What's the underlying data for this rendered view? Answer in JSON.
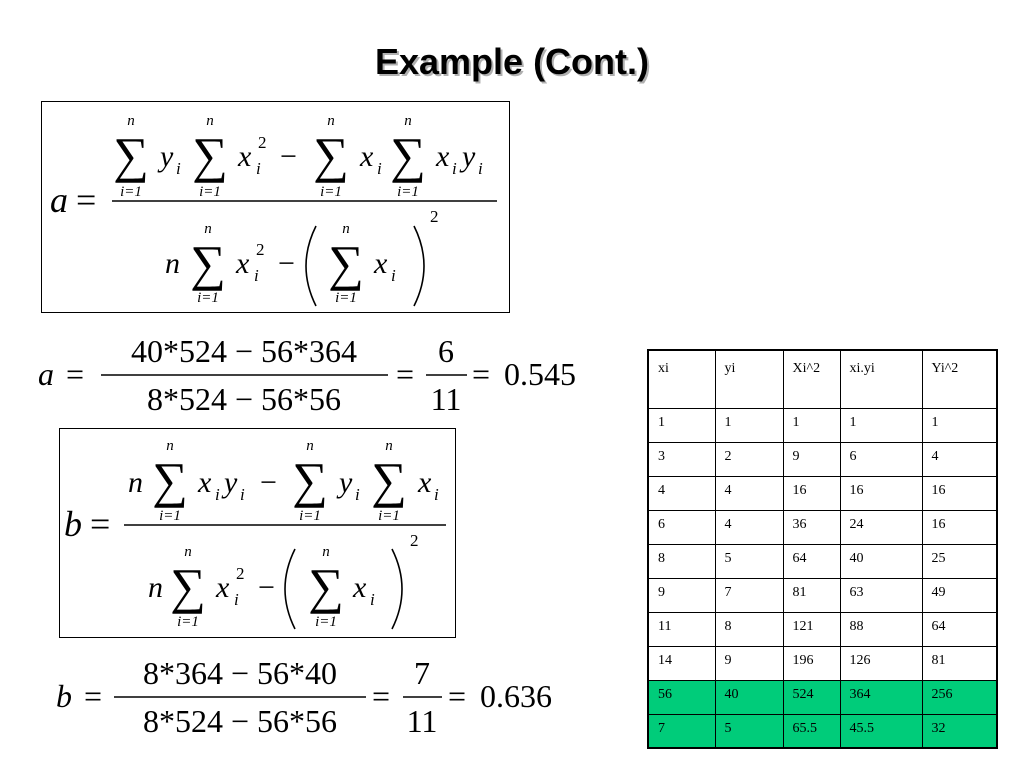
{
  "title": "Example (Cont.)",
  "formula_a": {
    "lhs": "a",
    "eq": "=",
    "upper": "n",
    "lower": "i=1",
    "num": [
      "y",
      "i",
      "x",
      "i",
      "2",
      "−",
      "x",
      "i",
      "x",
      "i",
      "y",
      "i"
    ],
    "den": [
      "n",
      "x",
      "i",
      "2",
      "−",
      "x",
      "i",
      "2"
    ]
  },
  "calc_a": {
    "lhs": "a",
    "eq1": "=",
    "numerator": "40*524 − 56*364",
    "denominator": "8*524 − 56*56",
    "eq2": "=",
    "frac_num": "6",
    "frac_den": "11",
    "eq3": "=",
    "result": "0.545"
  },
  "formula_b": {
    "lhs": "b",
    "eq": "=",
    "upper": "n",
    "lower": "i=1",
    "num": [
      "n",
      "x",
      "i",
      "y",
      "i",
      "−",
      "y",
      "i",
      "x",
      "i"
    ],
    "den": [
      "n",
      "x",
      "i",
      "2",
      "−",
      "x",
      "i",
      "2"
    ]
  },
  "calc_b": {
    "lhs": "b",
    "eq1": "=",
    "numerator": "8*364 − 56*40",
    "denominator": "8*524 − 56*56",
    "eq2": "=",
    "frac_num": "7",
    "frac_den": "11",
    "eq3": "=",
    "result": "0.636"
  },
  "table": {
    "headers": [
      "xi",
      "yi",
      "Xi^2",
      "xi.yi",
      "Yi^2"
    ],
    "rows": [
      [
        "1",
        "1",
        "1",
        "1",
        "1"
      ],
      [
        "3",
        "2",
        "9",
        "6",
        "4"
      ],
      [
        "4",
        "4",
        "16",
        "16",
        "16"
      ],
      [
        "6",
        "4",
        "36",
        "24",
        "16"
      ],
      [
        "8",
        "5",
        "64",
        "40",
        "25"
      ],
      [
        "9",
        "7",
        "81",
        "63",
        "49"
      ],
      [
        "11",
        "8",
        "121",
        "88",
        "64"
      ],
      [
        "14",
        "9",
        "196",
        "126",
        "81"
      ],
      [
        "56",
        "40",
        "524",
        "364",
        "256"
      ],
      [
        "7",
        "5",
        "65.5",
        "45.5",
        "32"
      ]
    ],
    "highlight_rows": [
      8,
      9
    ],
    "highlight_color": "#00cc7a"
  }
}
